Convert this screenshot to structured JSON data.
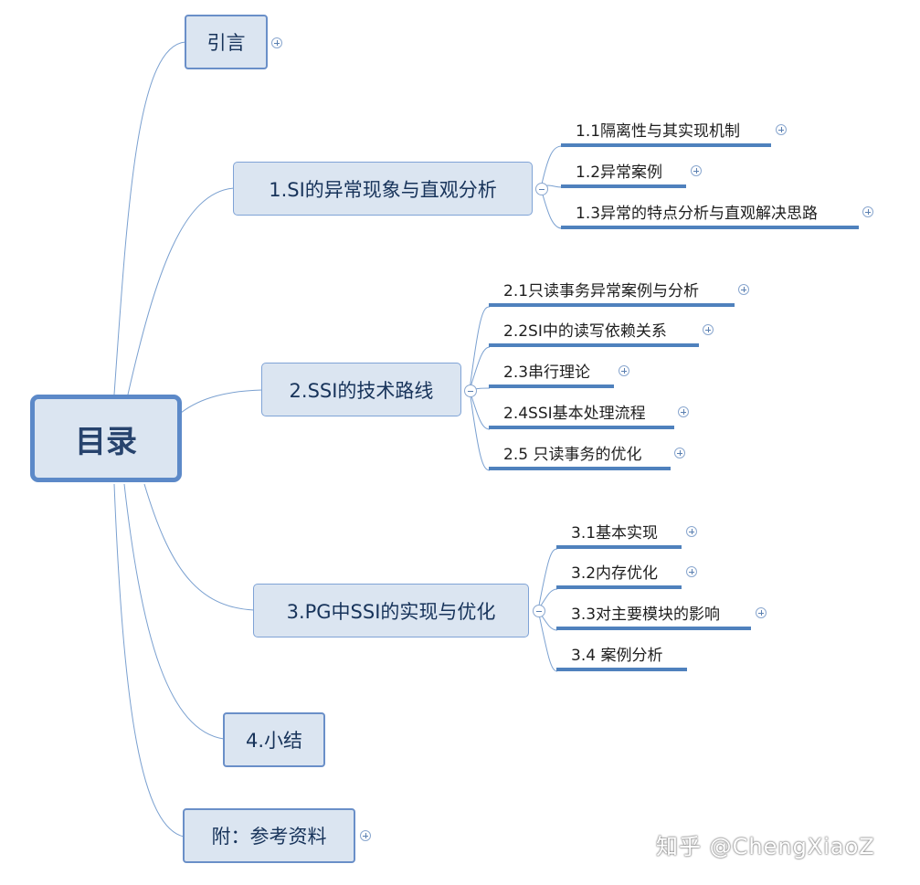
{
  "root": {
    "label": "目录"
  },
  "branches": [
    {
      "label": "引言",
      "children": []
    },
    {
      "label": "1.SI的异常现象与直观分析",
      "children": [
        "1.1隔离性与其实现机制",
        "1.2异常案例",
        "1.3异常的特点分析与直观解决思路"
      ]
    },
    {
      "label": "2.SSI的技术路线",
      "children": [
        "2.1只读事务异常案例与分析",
        "2.2SI中的读写依赖关系",
        "2.3串行理论",
        "2.4SSI基本处理流程",
        "2.5 只读事务的优化"
      ]
    },
    {
      "label": "3.PG中SSI的实现与优化",
      "children": [
        "3.1基本实现",
        "3.2内存优化",
        "3.3对主要模块的影响",
        "3.4 案例分析"
      ]
    },
    {
      "label": "4.小结",
      "children": []
    },
    {
      "label": "附：参考资料",
      "children": []
    }
  ],
  "watermark": "知乎 @ChengXiaoZ",
  "colors": {
    "node_fill": "#dbe5f1",
    "node_border": "#6a8fc8",
    "root_border": "#5c89c8",
    "leaf_underline": "#4f81bd",
    "connector": "#7aa0d0"
  }
}
